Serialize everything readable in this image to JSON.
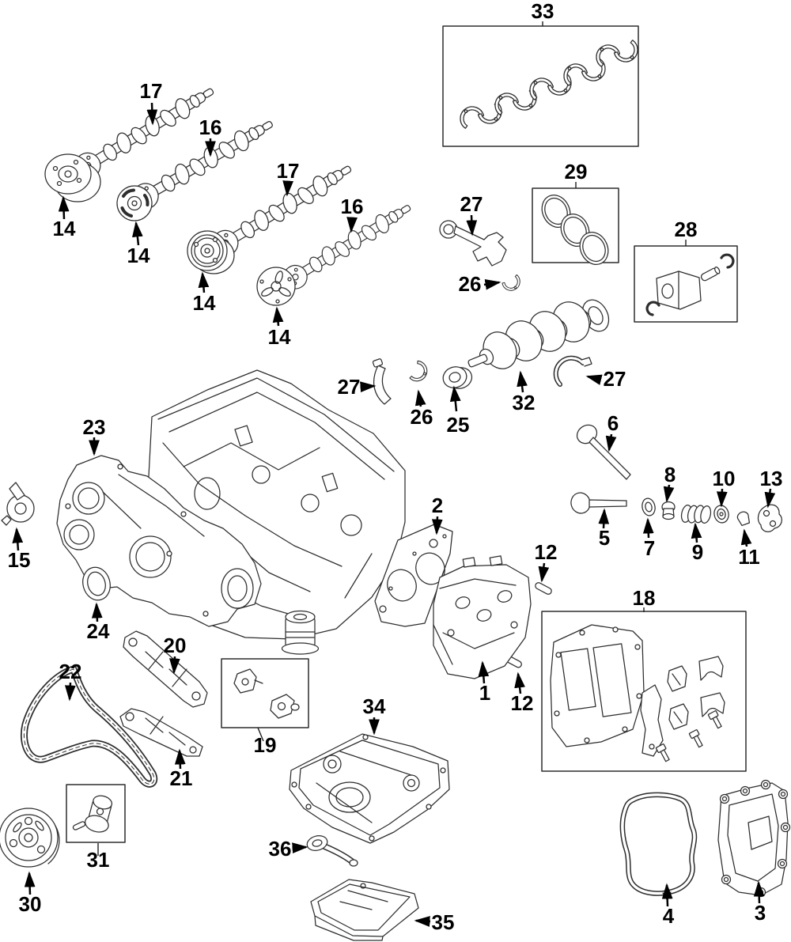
{
  "diagram": {
    "callouts": [
      {
        "label": "33"
      },
      {
        "label": "17"
      },
      {
        "label": "16"
      },
      {
        "label": "14"
      },
      {
        "label": "14"
      },
      {
        "label": "17"
      },
      {
        "label": "16"
      },
      {
        "label": "14"
      },
      {
        "label": "14"
      },
      {
        "label": "29"
      },
      {
        "label": "27"
      },
      {
        "label": "28"
      },
      {
        "label": "26"
      },
      {
        "label": "32"
      },
      {
        "label": "27"
      },
      {
        "label": "27"
      },
      {
        "label": "26"
      },
      {
        "label": "25"
      },
      {
        "label": "6"
      },
      {
        "label": "23"
      },
      {
        "label": "8"
      },
      {
        "label": "10"
      },
      {
        "label": "13"
      },
      {
        "label": "5"
      },
      {
        "label": "7"
      },
      {
        "label": "9"
      },
      {
        "label": "11"
      },
      {
        "label": "15"
      },
      {
        "label": "2"
      },
      {
        "label": "12"
      },
      {
        "label": "18"
      },
      {
        "label": "24"
      },
      {
        "label": "20"
      },
      {
        "label": "1"
      },
      {
        "label": "12"
      },
      {
        "label": "22"
      },
      {
        "label": "19"
      },
      {
        "label": "21"
      },
      {
        "label": "34"
      },
      {
        "label": "31"
      },
      {
        "label": "30"
      },
      {
        "label": "36"
      },
      {
        "label": "35"
      },
      {
        "label": "4"
      },
      {
        "label": "3"
      }
    ]
  }
}
